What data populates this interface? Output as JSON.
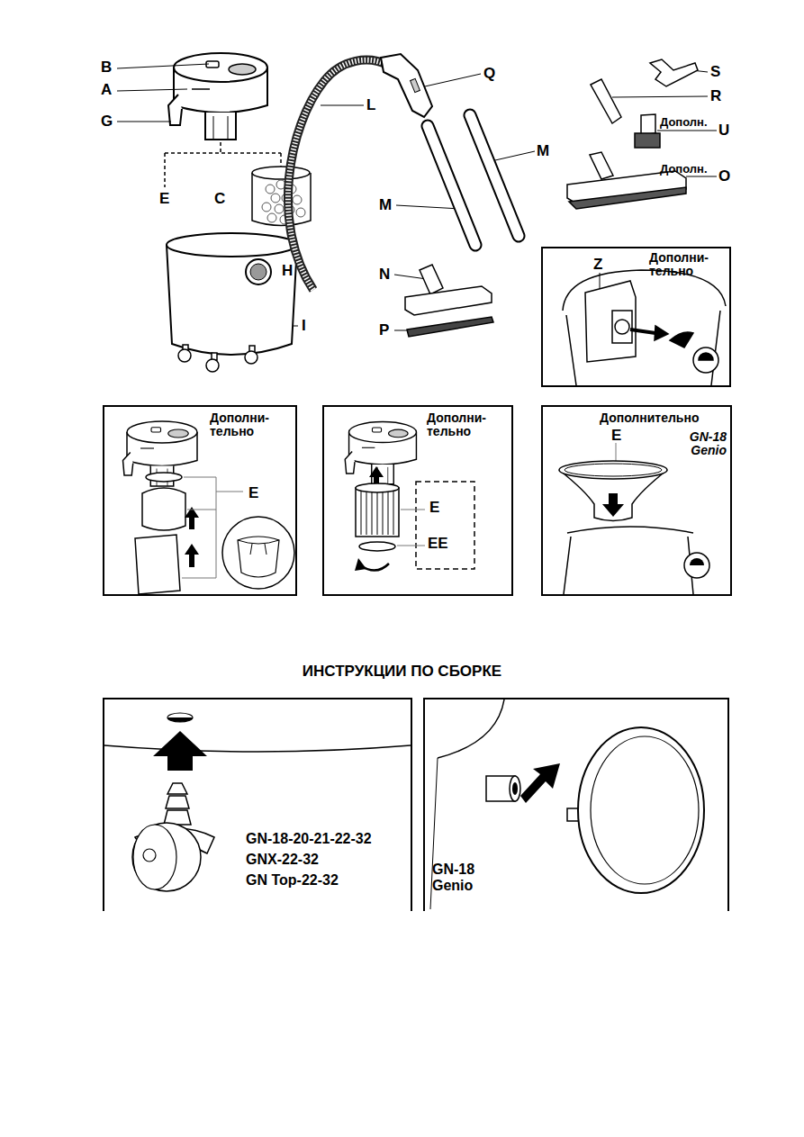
{
  "diagram": {
    "title": "ИНСТРУКЦИИ ПО СБОРКЕ",
    "nodes": [
      {
        "text": [
          "Z",
          "Дополни- тельно"
        ]
      },
      {
        "text": [
          "Дополни- тельно",
          "E"
        ]
      },
      {
        "text": [
          "Дополни- тельно",
          "E",
          "EE"
        ]
      },
      {
        "text": [
          "Дополнительно",
          "E",
          "GN-18 Genio"
        ]
      },
      {
        "text": [
          "GN-18-20-21-22-32",
          "GNX-22-32",
          "GN Top-22-32"
        ]
      },
      {
        "text": [
          "GN-18 Genio"
        ]
      }
    ],
    "labels": [
      "B",
      "A",
      "G",
      "E",
      "C",
      "H",
      "I",
      "L",
      "Q",
      "M",
      "M",
      "N",
      "P",
      "S",
      "R",
      "Дополн.",
      "U",
      "Дополн.",
      "O"
    ]
  }
}
